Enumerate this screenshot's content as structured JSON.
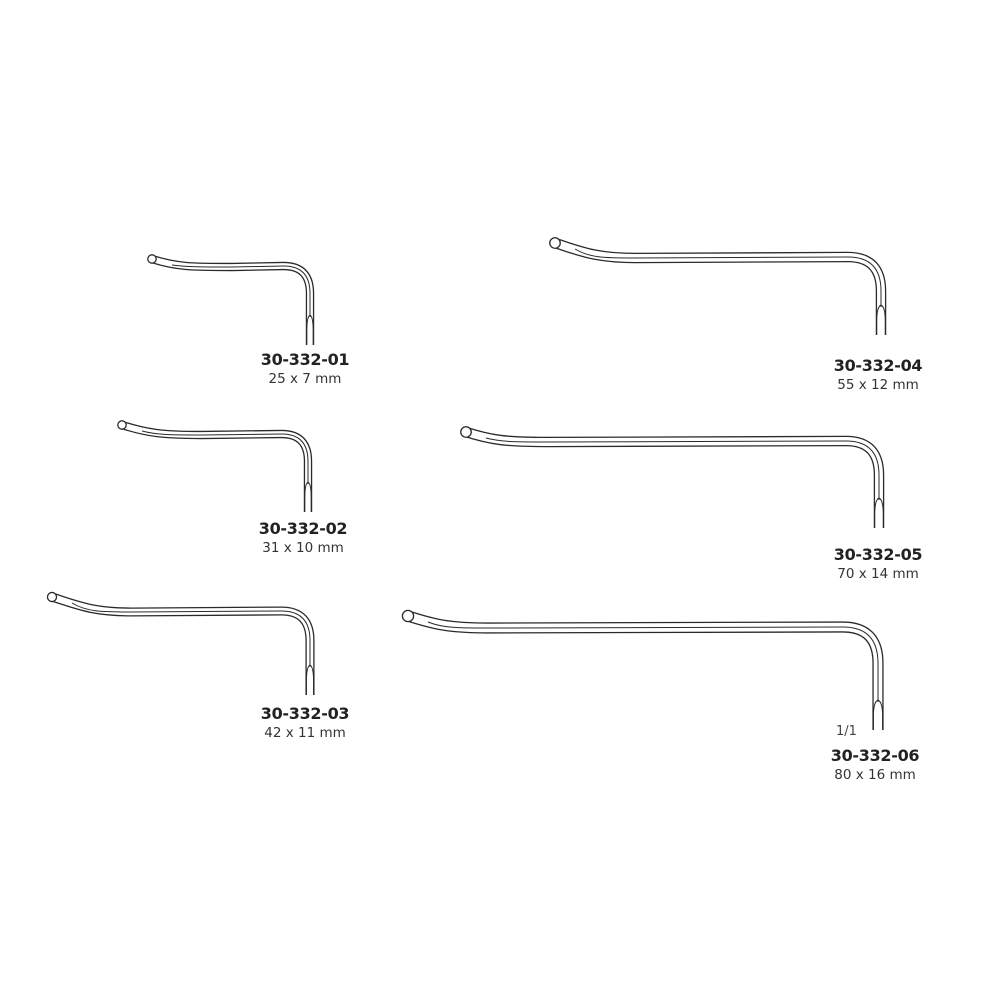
{
  "instruments": [
    {
      "code": "30-332-01",
      "size": "25 x 7 mm"
    },
    {
      "code": "30-332-02",
      "size": "31 x 10 mm"
    },
    {
      "code": "30-332-03",
      "size": "42 x 11 mm"
    },
    {
      "code": "30-332-04",
      "size": "55 x 12 mm"
    },
    {
      "code": "30-332-05",
      "size": "70 x 14 mm"
    },
    {
      "code": "30-332-06",
      "size": "80 x 16 mm"
    }
  ],
  "scale_label": "1/1",
  "colors": {
    "line": "#2a2a2a",
    "background": "#ffffff"
  }
}
